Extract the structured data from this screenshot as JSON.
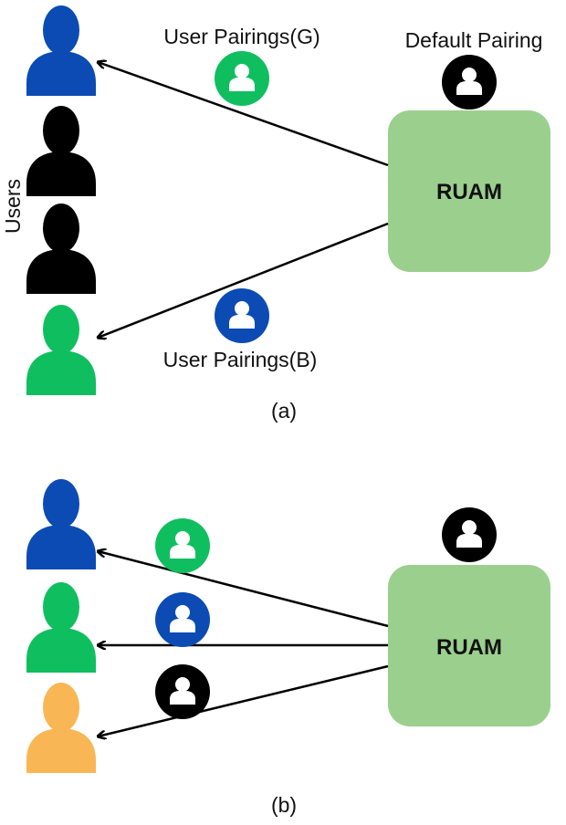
{
  "colors": {
    "blue": "#0b4bb3",
    "green": "#0fbf5f",
    "black": "#000000",
    "orange": "#f9b654",
    "box": "#9bcf8e"
  },
  "panel_a": {
    "label_user_pairings_g": "User Pairings(G)",
    "label_default_pairing": "Default Pairing",
    "label_users": "Users",
    "label_user_pairings_b": "User Pairings(B)",
    "box_label": "RUAM",
    "caption": "(a)"
  },
  "panel_b": {
    "box_label": "RUAM",
    "caption": "(b)"
  },
  "icons": {
    "user_silhouette": "user-icon",
    "pairing_badge": "user-circle-icon"
  }
}
